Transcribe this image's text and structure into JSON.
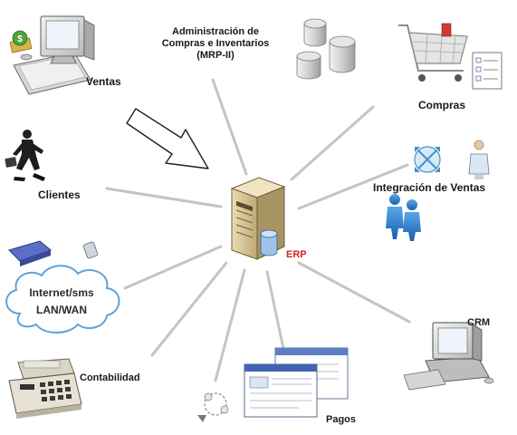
{
  "center": {
    "label": "ERP",
    "label_color": "#d61f1f"
  },
  "nodes": {
    "ventas": {
      "label": "Ventas"
    },
    "mrp": {
      "line1": "Administración de",
      "line2": "Compras e Inventarios",
      "line3": "(MRP-II)"
    },
    "compras": {
      "label": "Compras"
    },
    "clientes": {
      "label": "Clientes"
    },
    "integracion": {
      "label": "Integración de Ventas"
    },
    "internet": {
      "line1": "Internet/sms",
      "line2": "LAN/WAN"
    },
    "crm": {
      "label": "CRM"
    },
    "contabilidad": {
      "label": "Contabilidad"
    },
    "pagos": {
      "label": "Pagos"
    }
  },
  "colors": {
    "connector": "#c4c4c4",
    "cloud_outline": "#5fa2d8",
    "server_body": "#d8c79a"
  },
  "icons": [
    "ventas-computer-icon",
    "database-cylinders-icon",
    "shopping-cart-icon",
    "running-man-icon",
    "people-network-icon",
    "cloud-icon",
    "crm-computer-icon",
    "calculator-icon",
    "payment-documents-icon",
    "server-icon",
    "hollow-arrow-icon"
  ]
}
